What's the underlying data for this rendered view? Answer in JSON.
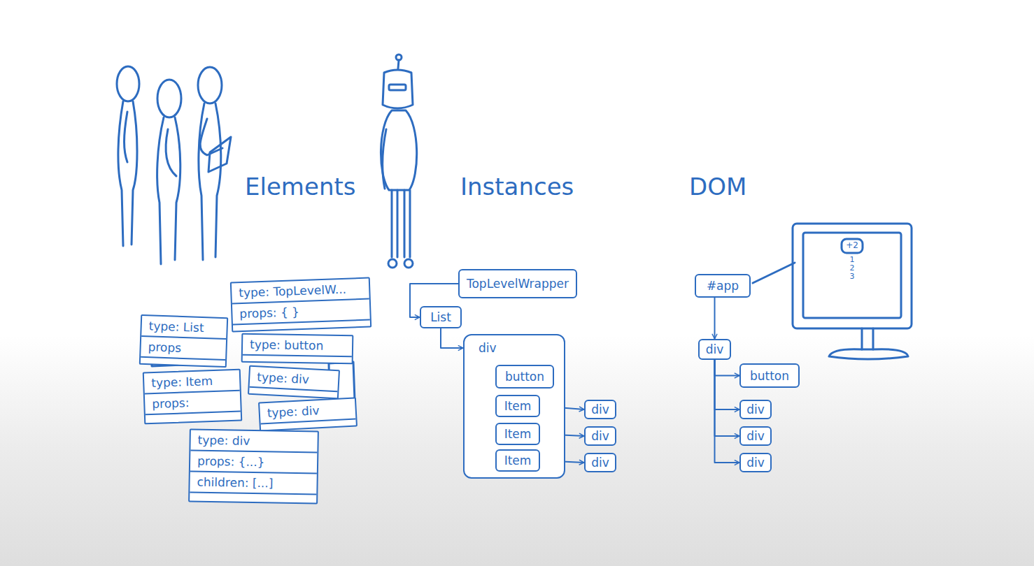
{
  "diagram": {
    "nodes": [
      {
        "text": [
          "type: TopLevelW...",
          "props: { }"
        ]
      },
      {
        "text": [
          "type: List",
          "props"
        ]
      },
      {
        "text": [
          "type: button"
        ]
      },
      {
        "text": [
          "type: Item",
          "props:"
        ]
      },
      {
        "text": [
          "type: div"
        ]
      },
      {
        "text": [
          "type: div"
        ]
      },
      {
        "text": [
          "type: div",
          "props: {...}",
          "children: [...]"
        ]
      },
      {
        "text": [
          "TopLevelWrapper"
        ]
      },
      {
        "text": [
          "List"
        ]
      },
      {
        "text": [
          "div"
        ]
      },
      {
        "text": [
          "button"
        ],
        "in": 9
      },
      {
        "text": [
          "Item"
        ],
        "in": 9
      },
      {
        "text": [
          "Item"
        ],
        "in": 9
      },
      {
        "text": [
          "Item"
        ],
        "in": 9
      },
      {
        "text": [
          "div"
        ]
      },
      {
        "text": [
          "div"
        ]
      },
      {
        "text": [
          "div"
        ]
      },
      {
        "text": [
          "#app"
        ]
      },
      {
        "text": [
          "div"
        ]
      },
      {
        "text": [
          "button"
        ]
      },
      {
        "text": [
          "div"
        ]
      },
      {
        "text": [
          "div"
        ]
      },
      {
        "text": [
          "div"
        ]
      }
    ],
    "edges": [
      {
        "from": 7,
        "to": 8,
        "arrow": "to"
      },
      {
        "from": 8,
        "to": 9,
        "arrow": "to"
      },
      {
        "from": 11,
        "to": 14,
        "arrow": "to"
      },
      {
        "from": 12,
        "to": 15,
        "arrow": "to"
      },
      {
        "from": 13,
        "to": 16,
        "arrow": "to"
      },
      {
        "from": 17,
        "to": 18,
        "arrow": "to"
      },
      {
        "from": 18,
        "to": 19,
        "arrow": "to"
      },
      {
        "from": 18,
        "to": 20,
        "arrow": "to"
      },
      {
        "from": 18,
        "to": 21,
        "arrow": "to"
      },
      {
        "from": 18,
        "to": 22,
        "arrow": "to"
      }
    ],
    "labels": [
      "Elements",
      "Instances",
      "DOM",
      "+2",
      "1",
      "2",
      "3"
    ]
  }
}
